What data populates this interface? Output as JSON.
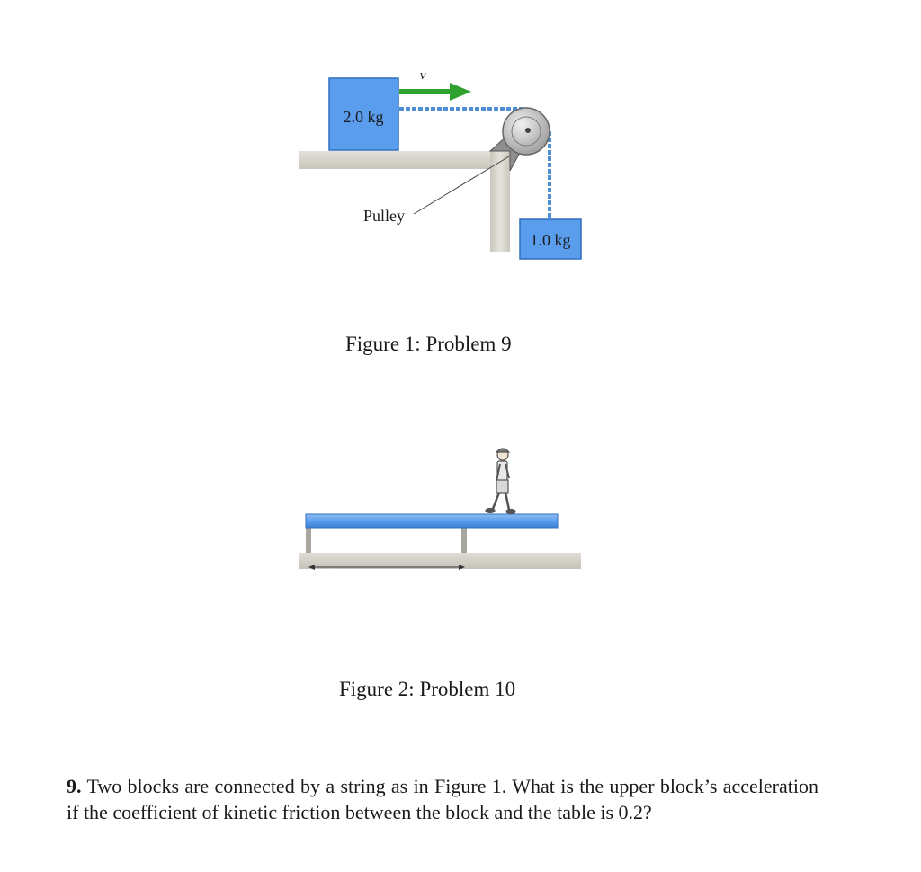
{
  "figure1": {
    "upper_block_label": "2.0 kg",
    "hanging_block_label": "1.0 kg",
    "pulley_label": "Pulley",
    "velocity_label": "v⃗",
    "caption": "Figure 1: Problem 9"
  },
  "figure2": {
    "caption": "Figure 2: Problem 10"
  },
  "problem": {
    "number": "9.",
    "text": "Two blocks are connected by a string as in Figure 1. What is the upper block’s acceleration if the coefficient of kinetic friction between the block and the table is 0.2?"
  },
  "colors": {
    "block_blue": "#5b9ded",
    "table_gray": "#d6d4cc",
    "arrow_green": "#2fa12f",
    "string_blue": "#4f8fd6"
  }
}
